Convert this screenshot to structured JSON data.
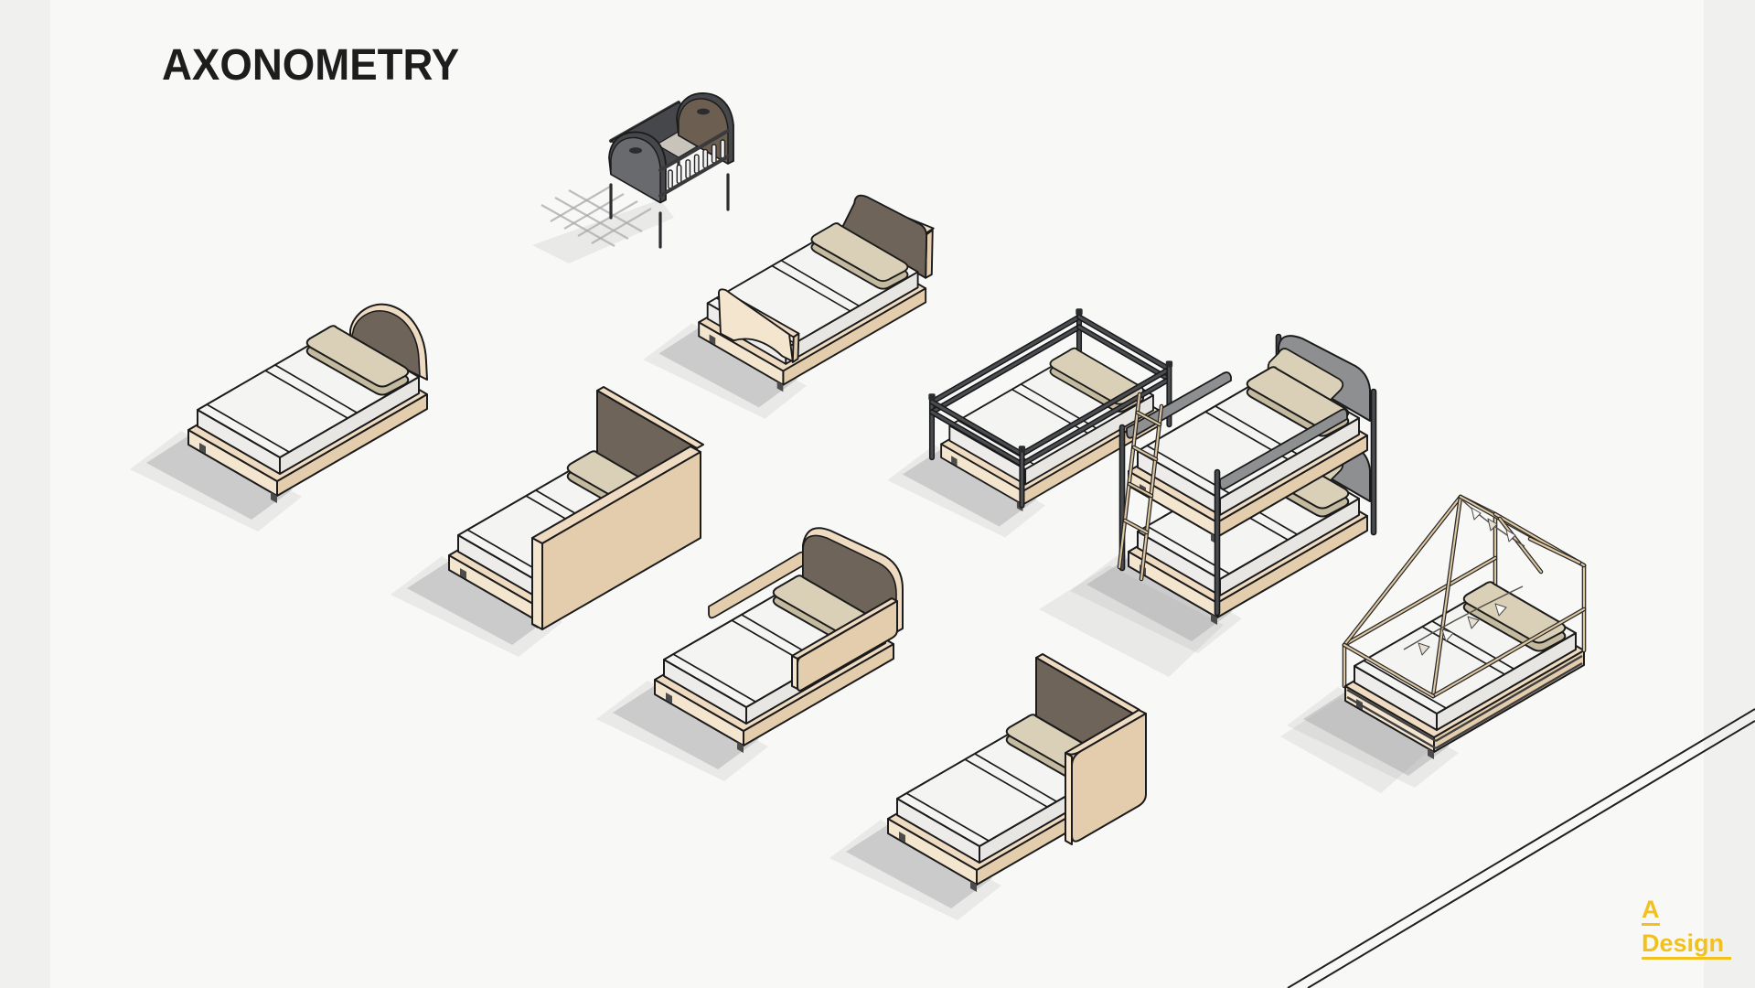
{
  "title": "AXONOMETRY",
  "logo": {
    "line1": "A",
    "line2": "Design"
  },
  "items": [
    "baby-crib",
    "single-bed-arched-headboard",
    "single-bed-sleigh",
    "single-bed-corner-panel",
    "single-bed-rail-frame",
    "bunk-bed",
    "toddler-bed-side-rails",
    "toddler-bed-wrap-panel",
    "house-frame-bed"
  ],
  "colors": {
    "background": "#f8f8f7",
    "edge_band": "#f0f0ee",
    "ink": "#1d1d1d",
    "outline": "#1b1b1b",
    "accent": "#f2c11e",
    "wood_top": "#eedbc1",
    "wood_side": "#e3cdad",
    "wood_light": "#f3e5ce",
    "taupe_panel": "#6f6459",
    "mattress_top": "#f4f4f2",
    "mattress_side": "#e7e6e3",
    "mattress_end": "#edecea",
    "pillow_top": "#d9d0b7",
    "pillow_side": "#c3ba9f",
    "metal_gray": "#4a4c50",
    "panel_gray": "#8e8f91",
    "panel_gray_dark": "#6e6f72",
    "crib_dark": "#46474a",
    "crib_gray": "#686a6e",
    "crib_brown": "#6c5f52",
    "shadow": "#9a9a9a"
  }
}
